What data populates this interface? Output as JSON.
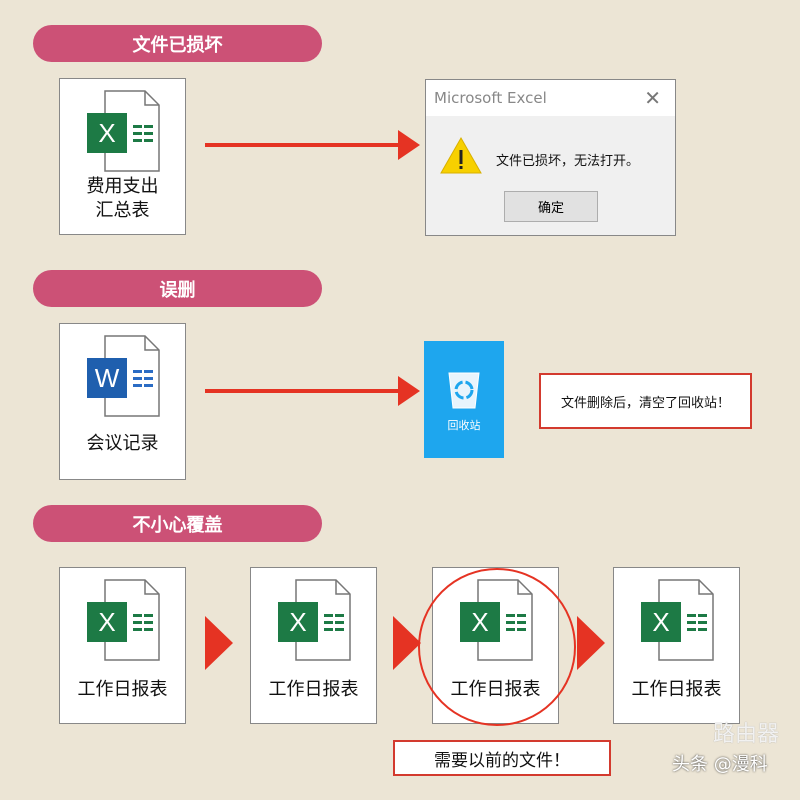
{
  "sections": [
    {
      "title": "文件已损坏"
    },
    {
      "title": "误删"
    },
    {
      "title": "不小心覆盖"
    }
  ],
  "corrupted": {
    "file_label_1": "费用支出",
    "file_label_2": "汇总表",
    "dialog": {
      "title": "Microsoft Excel",
      "message": "文件已损坏，无法打开。",
      "ok": "确定"
    }
  },
  "deleted": {
    "file_label": "会议记录",
    "recycle_label": "回收站",
    "note": "文件删除后，清空了回收站！"
  },
  "overwritten": {
    "files": [
      "工作日报表",
      "工作日报表",
      "工作日报表",
      "工作日报表"
    ],
    "note": "需要以前的文件！"
  },
  "watermark": {
    "brand": "路由器",
    "handle": "头条 @漫科"
  }
}
